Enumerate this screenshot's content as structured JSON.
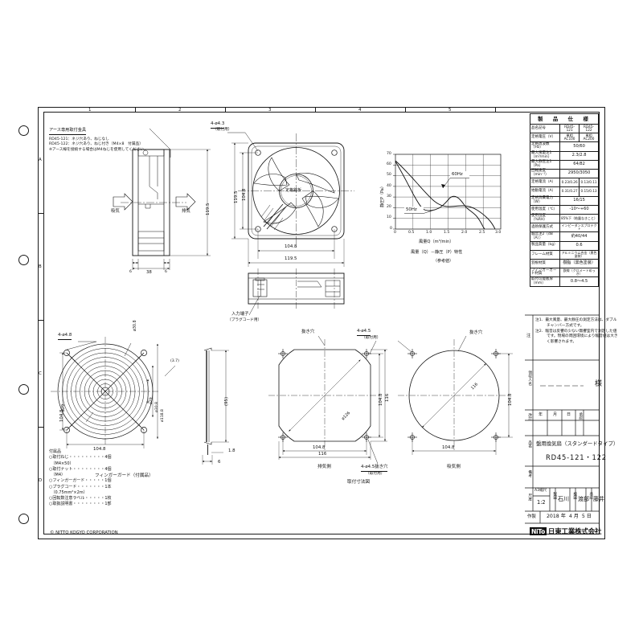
{
  "sheet": {
    "copyright": "© NITTO KOGYO CORPORATION",
    "zones_top": [
      "1",
      "2",
      "3",
      "4",
      "5"
    ],
    "zones_left": [
      "A",
      "B",
      "C",
      "D"
    ]
  },
  "spec_table": {
    "header": "製　品　仕　様",
    "rows": [
      {
        "key": "品名記号",
        "v1": "RD45-121",
        "v2": "RD45-122",
        "split": true
      },
      {
        "key": "定格電圧（V）",
        "v1": "単相AC100",
        "v2": "単相AC200",
        "split": true
      },
      {
        "key": "定格周波数（Hz）",
        "value": "50/60",
        "split": false
      },
      {
        "key": "最大風量注1（m³/min）",
        "value": "2.3/2.8",
        "split": false
      },
      {
        "key": "最大静圧注1（Pa）",
        "value": "64/82",
        "split": false
      },
      {
        "key": "回転速度（min⁻¹）",
        "value": "2950/3050",
        "split": false
      },
      {
        "key": "定格電流（A）",
        "v1": "0.23/0.26",
        "v2": "0.13/0.11",
        "split": true
      },
      {
        "key": "始動電流（A）",
        "v1": "0.31/0.27",
        "v2": "0.15/0.13",
        "split": true
      },
      {
        "key": "定格消費電力（W）",
        "value": "16/15",
        "split": false
      },
      {
        "key": "使用温度（℃）",
        "value": "-10～+60",
        "split": false
      },
      {
        "key": "使用湿度（%RH）",
        "value": "85%下（結露なきこと）",
        "split": false
      },
      {
        "key": "過熱保護方式",
        "value": "インピーダンスプロテクト",
        "split": false
      },
      {
        "key": "騒音注2（dB（A））",
        "value": "約40/44",
        "split": false
      },
      {
        "key": "製品質量（kg）",
        "value": "0.6",
        "split": false
      },
      {
        "key": "フレーム材質",
        "value": "アルミニウム合金（黒色塗装）",
        "split": false
      },
      {
        "key": "羽根材質",
        "value": "樹脂（黒色塗装）",
        "split": false
      },
      {
        "key": "フィンガーガード材質",
        "value": "鉄線（クロメートめっき）",
        "split": false
      },
      {
        "key": "取付可能板厚（mm）",
        "value": "0.8～4.5",
        "split": false
      }
    ]
  },
  "notes": {
    "label": "注",
    "lines": [
      "注1．最大風量、最大静圧の測定方法は、ダブル",
      "　　　チャンバー方式です。",
      "注2．騒音は反響の少ない無響室内で測定した値",
      "　　　です。現場の周囲環境により騒音値は大き",
      "　　　く影響されます。"
    ]
  },
  "approval_block": {
    "label": "承認",
    "receiver_label": "領収人名",
    "receiver_value": "　　様",
    "date_header": [
      "年",
      "月",
      "日"
    ],
    "rev_label": "改訂"
  },
  "title_block": {
    "name_label": "品名",
    "product_name": "盤用換気扇（スタンダードタイプ）",
    "model": "RD45-121・122",
    "note_label": "備考",
    "scale_label": "尺度",
    "sheet_size": "A3縮尺",
    "scale_value": "1:2",
    "draw_label": "製図",
    "draw_name": "石川",
    "check_label": "検図",
    "check_name": "渡部",
    "approve_label": "承認",
    "approve_name": "藤井",
    "created_label": "作製",
    "created_date": "2018 年  4 月  5 日"
  },
  "logo": {
    "mark": "NiTo",
    "company": "日東工業株式会社"
  },
  "ground_note": {
    "title": "アース専用取付金具",
    "lines": [
      "RD45-121：ネジ穴あり、ねじなし",
      "RD45-122：ネジ穴あり、ねじ付き（M4×8　付属品）",
      "※アース線を接続する場合はM4ねじを使用してください。"
    ]
  },
  "accessories": {
    "title": "付属品",
    "items": [
      "○取付ねじ・・・・・・・・・4個",
      "　（M4×50）",
      "○取付ナット・・・・・・・・4個",
      "　（M4）",
      "○フィンガーガード・・・・・1個",
      "○プラグコード・・・・・・・1本",
      "　（0.75mm²×2m）",
      "○回転数注意ラベル・・・・・1枚",
      "○取扱説明書・・・・・・・・1部"
    ]
  },
  "labels": {
    "intake_arrow": "吸気",
    "exhaust_arrow": "排気",
    "rating_plate": "定格銘板",
    "mount_hole_top": "4-ø4.3",
    "mount_hole_top_sub": "（取付用）",
    "input_terminal": "入力端子",
    "input_terminal_sub": "（プラグコード用）",
    "finger_guard": "フィンガーガード（付属品）",
    "guard_hole": "4-ø4.8",
    "cut_hole": "抜き穴",
    "mount_hole_cut": "4-ø4.5",
    "mount_hole_cut_sub": "（取付用）",
    "cut_thickness": "4-ø4.5抜き穴",
    "cut_thickness_sub": "（取付用）",
    "exhaust_side": "排気側",
    "intake_side": "吸気側",
    "cut_drawing_title": "取付寸法図"
  },
  "dimensions": {
    "fan_outer_w": "119.5",
    "fan_outer_h": "119.5",
    "fan_pitch_w": "104.8",
    "fan_pitch_h": "104.8",
    "depth": "38",
    "depth_a": "6",
    "depth_b": "6",
    "guard_pitch_w": "104.8",
    "guard_pitch_h": "104.8",
    "guard_outer_d": "ø118.8",
    "guard_inner_d1": "ø29",
    "guard_inner_d2": "ø30.8",
    "guard_wire": "(3.7)",
    "guard_len": "(95)",
    "guard_thk": "1.8",
    "guard_thk2": "6",
    "exh_circle": "ø126",
    "exh_square": "116",
    "exh_pitch": "104.8",
    "exh_pitch_v": "104.8",
    "exh_square_v": "116",
    "int_circle": "116",
    "int_pitch": "104.8",
    "int_pitch_v": "104.8"
  },
  "chart_data": {
    "type": "line",
    "title": "風量（Q）－静圧（P）特性",
    "subtitle": "（参考値）",
    "xlabel": "風量Q（m³/min）",
    "ylabel": "静圧P（Pa）",
    "xlim": [
      0,
      3.0
    ],
    "ylim": [
      0,
      70
    ],
    "xticks": [
      "0",
      "0.5",
      "1.0",
      "1.5",
      "2.0",
      "2.5",
      "3.0"
    ],
    "yticks": [
      "0",
      "10",
      "20",
      "30",
      "40",
      "50",
      "60",
      "70"
    ],
    "grid": true,
    "series": [
      {
        "name": "50Hz",
        "points": [
          [
            0,
            63
          ],
          [
            0.4,
            50
          ],
          [
            0.8,
            32
          ],
          [
            1.0,
            20
          ],
          [
            1.3,
            18
          ],
          [
            1.6,
            22
          ],
          [
            1.9,
            22
          ],
          [
            2.1,
            16
          ],
          [
            2.3,
            4
          ],
          [
            2.35,
            0
          ]
        ]
      },
      {
        "name": "60Hz",
        "points": [
          [
            0,
            64
          ],
          [
            0.5,
            54
          ],
          [
            1.0,
            40
          ],
          [
            1.3,
            30
          ],
          [
            1.5,
            26
          ],
          [
            1.8,
            25
          ],
          [
            2.1,
            22
          ],
          [
            2.35,
            16
          ],
          [
            2.6,
            6
          ],
          [
            2.7,
            2
          ]
        ]
      }
    ],
    "annotations": [
      "50Hz",
      "60Hz"
    ]
  }
}
